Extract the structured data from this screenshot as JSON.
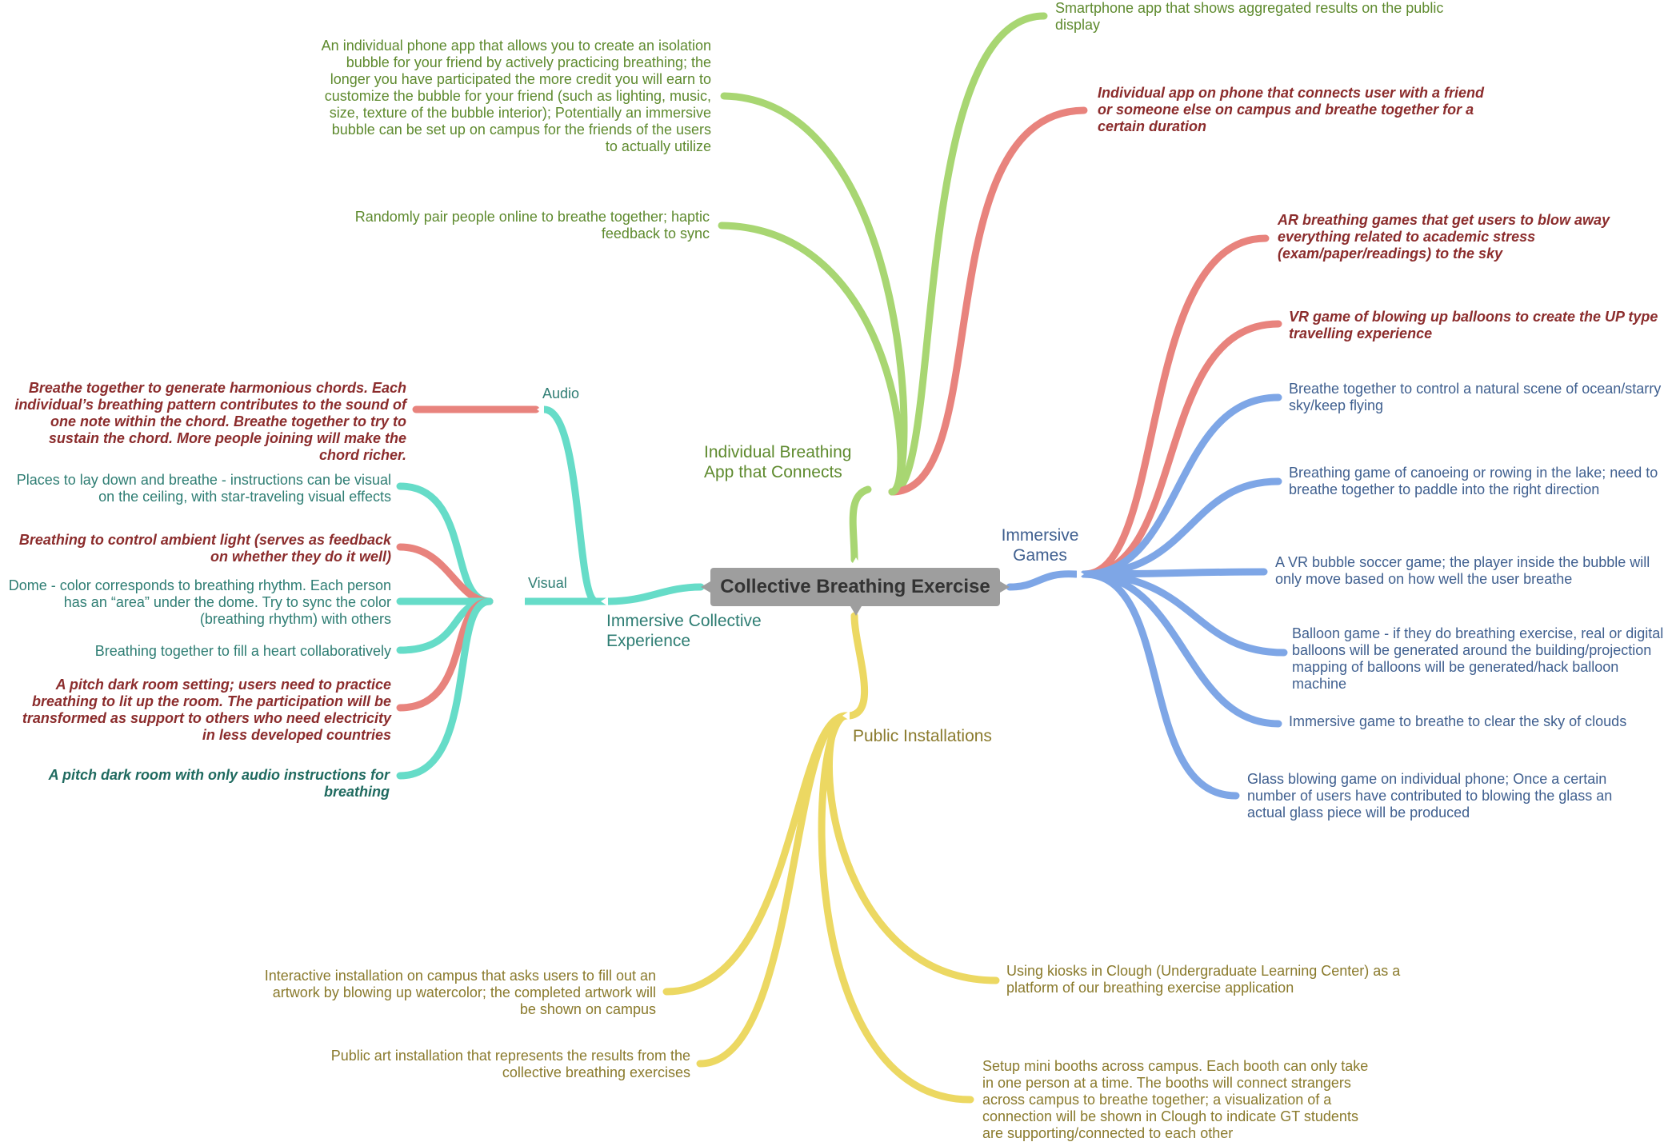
{
  "root": "Collective Breathing Exercise",
  "colors": {
    "green": "#a8d672",
    "red": "#e8837d",
    "blue": "#7ea6e6",
    "teal": "#66dcc8",
    "yellow": "#ecd862",
    "root_bg": "#9e9e9e"
  },
  "branches": {
    "app": "Individual Breathing App that Connects",
    "games": "Immersive Games",
    "immersive": "Immersive Collective Experience",
    "public": "Public Installations",
    "audio": "Audio",
    "visual": "Visual"
  },
  "app_items": {
    "smartphone": "Smartphone app that shows aggregated results on the public display",
    "bubble": "An individual phone app that allows you to create an isolation bubble for your friend by actively practicing breathing; the longer you have participated the more credit you will earn to customize the bubble for your friend (such as lighting, music, size, texture of the bubble interior); Potentially an immersive bubble can be set up on campus for the friends of the users to actually utilize",
    "friend": "Individual app on phone that connects user with a friend or someone else on campus and breathe together for a certain duration",
    "pair": "Randomly pair people online to breathe together; haptic feedback to sync"
  },
  "games_items": {
    "ar": "AR breathing games that get users to blow away everything related to academic stress (exam/paper/readings) to the sky",
    "vr_balloons": "VR game of blowing up balloons to create the UP type travelling experience",
    "ocean": "Breathe together to control a natural scene of ocean/starry sky/keep flying",
    "canoe": "Breathing game of canoeing or rowing in the lake; need to breathe together to paddle into the right direction",
    "soccer": "A VR bubble soccer game; the player inside the bubble will only move based on how well the user breathe",
    "balloon": "Balloon game - if they do breathing exercise, real or digital balloons will be generated around the building/projection mapping of balloons will be generated/hack balloon machine",
    "clouds": "Immersive game to breathe to clear the sky of clouds",
    "glass": "Glass blowing game on individual phone; Once a certain number of users have contributed to blowing the glass an actual glass piece will be produced"
  },
  "audio_items": {
    "chords": "Breathe together to generate harmonious chords. Each individual’s breathing pattern contributes to the sound of one note within the chord. Breathe together to try to sustain the chord. More people joining will make the chord richer."
  },
  "visual_items": {
    "laydown": "Places to lay down and breathe - instructions can be visual on the ceiling, with star-traveling visual effects",
    "ambient": "Breathing to control ambient light (serves as feedback on whether they do it well)",
    "dome": "Dome - color corresponds to breathing rhythm. Each person has an “area” under the dome. Try to sync the color (breathing rhythm) with others",
    "heart": "Breathing together to fill a heart collaboratively",
    "darkroom_light": "A pitch dark room setting; users need to practice breathing to lit up the room. The participation will be transformed as support to others who need electricity in less developed countries",
    "darkroom_audio": "A pitch dark room with only audio instructions for breathing"
  },
  "public_items": {
    "watercolor": "Interactive installation on campus that asks users to fill out an artwork by blowing up watercolor; the completed artwork will be shown on campus",
    "kiosks": "Using kiosks in Clough (Undergraduate Learning Center) as a platform of our breathing exercise application",
    "art": "Public art installation that represents the results from the collective breathing exercises",
    "booths": "Setup mini booths across campus. Each booth can only take in one person at a time. The booths will connect strangers across campus to breathe together; a visualization of a connection will be shown in Clough to indicate GT students are supporting/connected to each other"
  }
}
